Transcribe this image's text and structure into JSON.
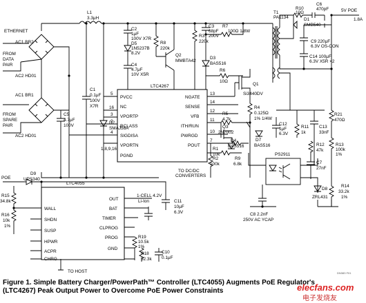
{
  "labels": {
    "ethernet": "ETHERNET",
    "from_data_pair_1": "FROM",
    "from_data_pair_2": "DATA",
    "from_data_pair_3": "PAIR",
    "from_spare_pair_1": "FROM",
    "from_spare_pair_2": "SPARE",
    "from_spare_pair_3": "PAIR",
    "poe_left": "POE",
    "vpoe_right": "5V POE",
    "vpoe_current": "1.8A",
    "to_dcdc_1": "TO DC/DC",
    "to_dcdc_2": "CONVERTERS",
    "to_host": "TO HOST",
    "cell": "1-CELL 4.2V",
    "li_ion": "Li-Ion"
  },
  "components": {
    "br2_ac1": "AC1 BR2",
    "br2_ac2": "AC2 HD01",
    "br1_ac1": "AC1 BR1",
    "br1_ac2": "AC2 HD01",
    "l1": "L1",
    "l1_val": "3.3μH",
    "c1": "C1",
    "c1_v1": "0.1μF",
    "c1_v2": "100V",
    "c1_v3": "X7R",
    "c5": "C5",
    "c5_v1": "4.7μF",
    "c5_v2": "100V",
    "d2": "D2",
    "d2_val": "SMAJ58A",
    "c2": "C2",
    "c2_v1": "1μF",
    "c2_v2": "100V X7R",
    "d5": "D5",
    "d5_v1": "1N5237B",
    "d5_v2": "8.2V",
    "r8": "R8",
    "r8_val": "220k",
    "q2": "Q2",
    "q2_val": "MMBTA42",
    "c4": "C4",
    "c4_v1": "4.7μF",
    "c4_v2": "10V X5R",
    "r3": "R3",
    "r3_val": "220k",
    "c3": "C3",
    "c3_v1": "68pF",
    "c3_v2": "200V",
    "r7": "R7",
    "r7_val": "100Ω 1/8W",
    "d3": "D3",
    "d3_val": "BAS516",
    "r6": "R6",
    "r6_val": "10Ω",
    "q1": "Q1",
    "q1_val": "Si3440DV",
    "r4": "R4",
    "r4_v1": "0.125Ω",
    "r4_v2": "1% 1/4W",
    "r5": "R5",
    "r5_val": "4.7k",
    "q3": "Q3",
    "q3_val": "2N7002",
    "r1": "R1",
    "r1_val": "10k",
    "d4": "D4",
    "d4_val": "BAS516",
    "d7": "D7",
    "d7_val": "BAS516",
    "r2": "R2",
    "r2_val": "100k",
    "r9": "R9",
    "r9_val": "6.8k",
    "r10": "R10",
    "r10_val": "10Ω",
    "c6": "C6",
    "c6_val": "470pF",
    "d1": "D1",
    "d1_val": "SMB540",
    "t1": "T1",
    "t1_val": "PA1134",
    "c9": "C9 220μF",
    "c9_val": "6.3V OS-CON",
    "c14": "C14 100μF",
    "c14_val": "6.3V X5R ×2",
    "c12": "C12",
    "c12_v1": "1μF",
    "c12_v2": "6.3V",
    "r11": "R11",
    "r11_val": "1k",
    "c13": "C13",
    "c13_val": "33nF",
    "r21": "R21",
    "r21_val": "470Ω",
    "r13": "R13",
    "r13_v1": "100k",
    "r13_v2": "1%",
    "ps2911": "PS2911",
    "r12": "R12",
    "r12_val": "47k",
    "c7": "C7",
    "c7_val": "27nF",
    "d8": "D8",
    "d8_val": "ZRL431",
    "r14": "R14",
    "r14_v1": "33.2k",
    "r14_v2": "1%",
    "c8": "C8 2.2nF",
    "c8_val": "250V AC YCAP",
    "d9": "D9",
    "d9_val": "UPS340",
    "r15": "R15",
    "r15_val": "34.8k",
    "r16": "R16",
    "r16_v1": "10k",
    "r16_v2": "1%",
    "c11": "C11",
    "c11_v1": "10μF",
    "c11_v2": "6.3V",
    "r19": "R19",
    "r19_v1": "10.5k",
    "r19_v2": "1%",
    "r18": "R18",
    "r18_val": "52.3k",
    "c10": "C10",
    "c10_val": "0.1μF"
  },
  "ic1": {
    "name": "LTC4267",
    "pins_left": [
      "PVCC",
      "NC",
      "VPORTP",
      "RCLASS",
      "SIGDISA",
      "VPORTN",
      "PGND"
    ],
    "pins_right": [
      "NGATE",
      "SENSE",
      "VFB",
      "ITH/RUN",
      "PWRGD",
      "POUT"
    ],
    "pin_nums_left": [
      "5",
      "16",
      "3",
      "2",
      "4",
      "1,8,9,16"
    ],
    "pin_nums_right": [
      "13",
      "14",
      "12",
      "11",
      "10",
      "7"
    ]
  },
  "ic2": {
    "name": "LTC4055",
    "pins_left": [
      "WALL",
      "SHDN",
      "SUSP",
      "HPWR",
      "ACPR",
      "CHRG"
    ],
    "pins_right": [
      "OUT",
      "BAT",
      "TIMER",
      "CLPROG",
      "PROG",
      "GND"
    ]
  },
  "caption": {
    "line1": "Figure 1. Simple Battery Charger/PowerPath™ Controller (LTC4055) Augments PoE Regulator's",
    "line2": "(LTC4267) Peak Output Power to Overcome PoE Power Constraints"
  },
  "watermark": {
    "text": "elecfans.com",
    "cn": "电子发烧友"
  },
  "ref_code": "DN383 F01"
}
